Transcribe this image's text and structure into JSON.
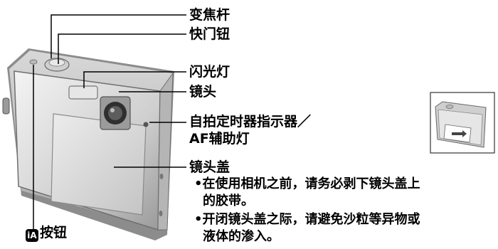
{
  "labels": {
    "zoom_lever": "变焦杆",
    "shutter_button": "快门钮",
    "flash": "闪光灯",
    "lens": "镜头",
    "self_timer_line1": "自拍定时器指示器／",
    "self_timer_line2": "AF辅助灯",
    "lens_cover": "镜头盖",
    "ia_badge": "iA",
    "ia_button": "按钮"
  },
  "notes": [
    {
      "line1": "•在使用相机之前，请务必剥下镜头盖上",
      "line2": "的胶带。"
    },
    {
      "line1": "•开闭镜头盖之际，请避免沙粒等异物或",
      "line2": "液体的渗入。"
    }
  ]
}
